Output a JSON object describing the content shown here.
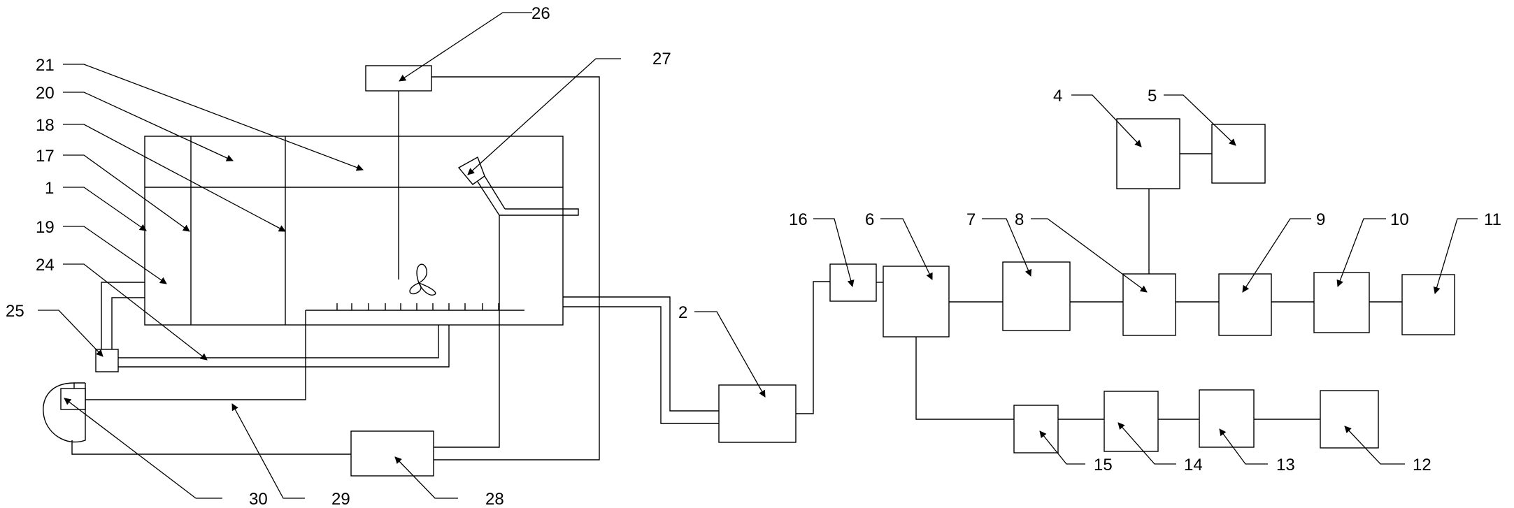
{
  "diagram": {
    "labels": {
      "l1": "1",
      "l2": "2",
      "l4": "4",
      "l5": "5",
      "l6": "6",
      "l7": "7",
      "l8": "8",
      "l9": "9",
      "l10": "10",
      "l11": "11",
      "l12": "12",
      "l13": "13",
      "l14": "14",
      "l15": "15",
      "l16": "16",
      "l17": "17",
      "l18": "18",
      "l19": "19",
      "l20": "20",
      "l21": "21",
      "l24": "24",
      "l25": "25",
      "l26": "26",
      "l27": "27",
      "l28": "28",
      "l29": "29",
      "l30": "30"
    }
  }
}
